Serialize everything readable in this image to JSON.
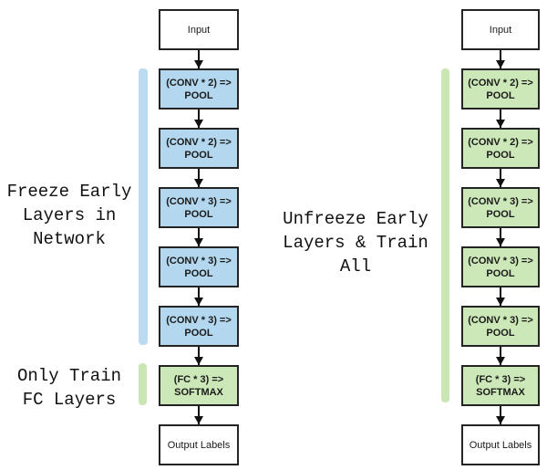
{
  "diagram": {
    "annotations": {
      "freeze_label": "Freeze Early\nLayers in\nNetwork",
      "only_train_label": "Only Train\nFC Layers",
      "unfreeze_label": "Unfreeze Early\nLayers & Train\nAll"
    },
    "left_pipeline": {
      "nodes": [
        {
          "label": "Input",
          "type": "io"
        },
        {
          "label": "(CONV * 2) =>\nPOOL",
          "type": "frozen-conv"
        },
        {
          "label": "(CONV * 2) =>\nPOOL",
          "type": "frozen-conv"
        },
        {
          "label": "(CONV * 3) =>\nPOOL",
          "type": "frozen-conv"
        },
        {
          "label": "(CONV * 3) =>\nPOOL",
          "type": "frozen-conv"
        },
        {
          "label": "(CONV * 3) =>\nPOOL",
          "type": "frozen-conv"
        },
        {
          "label": "(FC * 3) =>\nSOFTMAX",
          "type": "trainable-fc"
        },
        {
          "label": "Output Labels",
          "type": "io"
        }
      ]
    },
    "right_pipeline": {
      "nodes": [
        {
          "label": "Input",
          "type": "io"
        },
        {
          "label": "(CONV * 2) =>\nPOOL",
          "type": "trainable-conv"
        },
        {
          "label": "(CONV * 2) =>\nPOOL",
          "type": "trainable-conv"
        },
        {
          "label": "(CONV * 3) =>\nPOOL",
          "type": "trainable-conv"
        },
        {
          "label": "(CONV * 3) =>\nPOOL",
          "type": "trainable-conv"
        },
        {
          "label": "(CONV * 3) =>\nPOOL",
          "type": "trainable-conv"
        },
        {
          "label": "(FC * 3) =>\nSOFTMAX",
          "type": "trainable-fc"
        },
        {
          "label": "Output Labels",
          "type": "io"
        }
      ]
    },
    "colors": {
      "frozen_blue_fill": "#b3d7ee",
      "trainable_green_fill": "#cde8b8",
      "freeze_bar_blue": "#bcdaf0",
      "train_bar_green": "#c9e6b3",
      "box_border": "#242424",
      "arrow_black": "#111111"
    }
  }
}
